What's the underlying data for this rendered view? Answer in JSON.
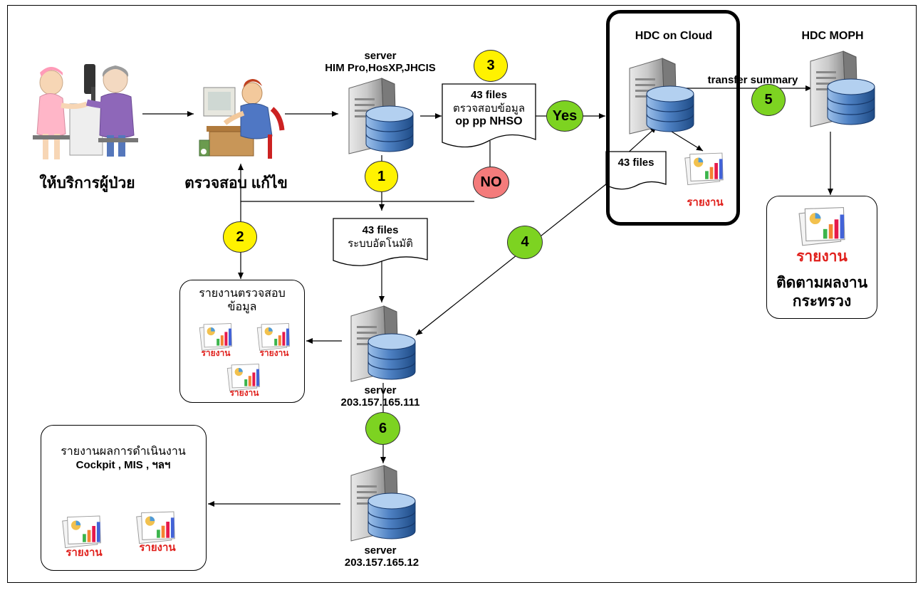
{
  "patient": {
    "label": "ให้บริการผู้ป่วย"
  },
  "clerk": {
    "label": "ตรวจสอบ แก้ไข"
  },
  "main_server": {
    "line1": "server",
    "line2": "HIM Pro,HosXP,JHCIS"
  },
  "check_doc": {
    "line1": "43 files",
    "line2": "ตรวจสอบข้อมูล",
    "line3": "op pp NHSO"
  },
  "decision": {
    "yes": "Yes",
    "no": "NO"
  },
  "cloud": {
    "title": "HDC on Cloud",
    "files": "43 files",
    "report": "รายงาน"
  },
  "moph": {
    "title": "HDC MOPH",
    "transfer": "transfer summary"
  },
  "moph_box": {
    "report": "รายงาน",
    "line1": "ติดตามผลงาน",
    "line2": "กระทรวง"
  },
  "auto_doc": {
    "line1": "43 files",
    "line2": "ระบบอัตโนมัติ"
  },
  "check_box": {
    "line1": "รายงานตรวจสอบ",
    "line2": "ข้อมูล",
    "reports": [
      "รายงาน",
      "รายงาน",
      "รายงาน"
    ]
  },
  "server_111": {
    "line1": "server",
    "line2": "203.157.165.111"
  },
  "server_12": {
    "line1": "server",
    "line2": "203.157.165.12"
  },
  "perf_box": {
    "line1": "รายงานผลการดำเนินงาน",
    "line2": "Cockpit , MIS , ฯลฯ",
    "reports": [
      "รายงาน",
      "รายงาน"
    ]
  },
  "steps": [
    "1",
    "2",
    "3",
    "4",
    "5",
    "6"
  ],
  "colors": {
    "step_yellow": "#fff200",
    "step_green": "#7dd321",
    "step_red": "#f47b7b",
    "report_red": "#e0201c",
    "db_blue": "#3e6fb0"
  }
}
